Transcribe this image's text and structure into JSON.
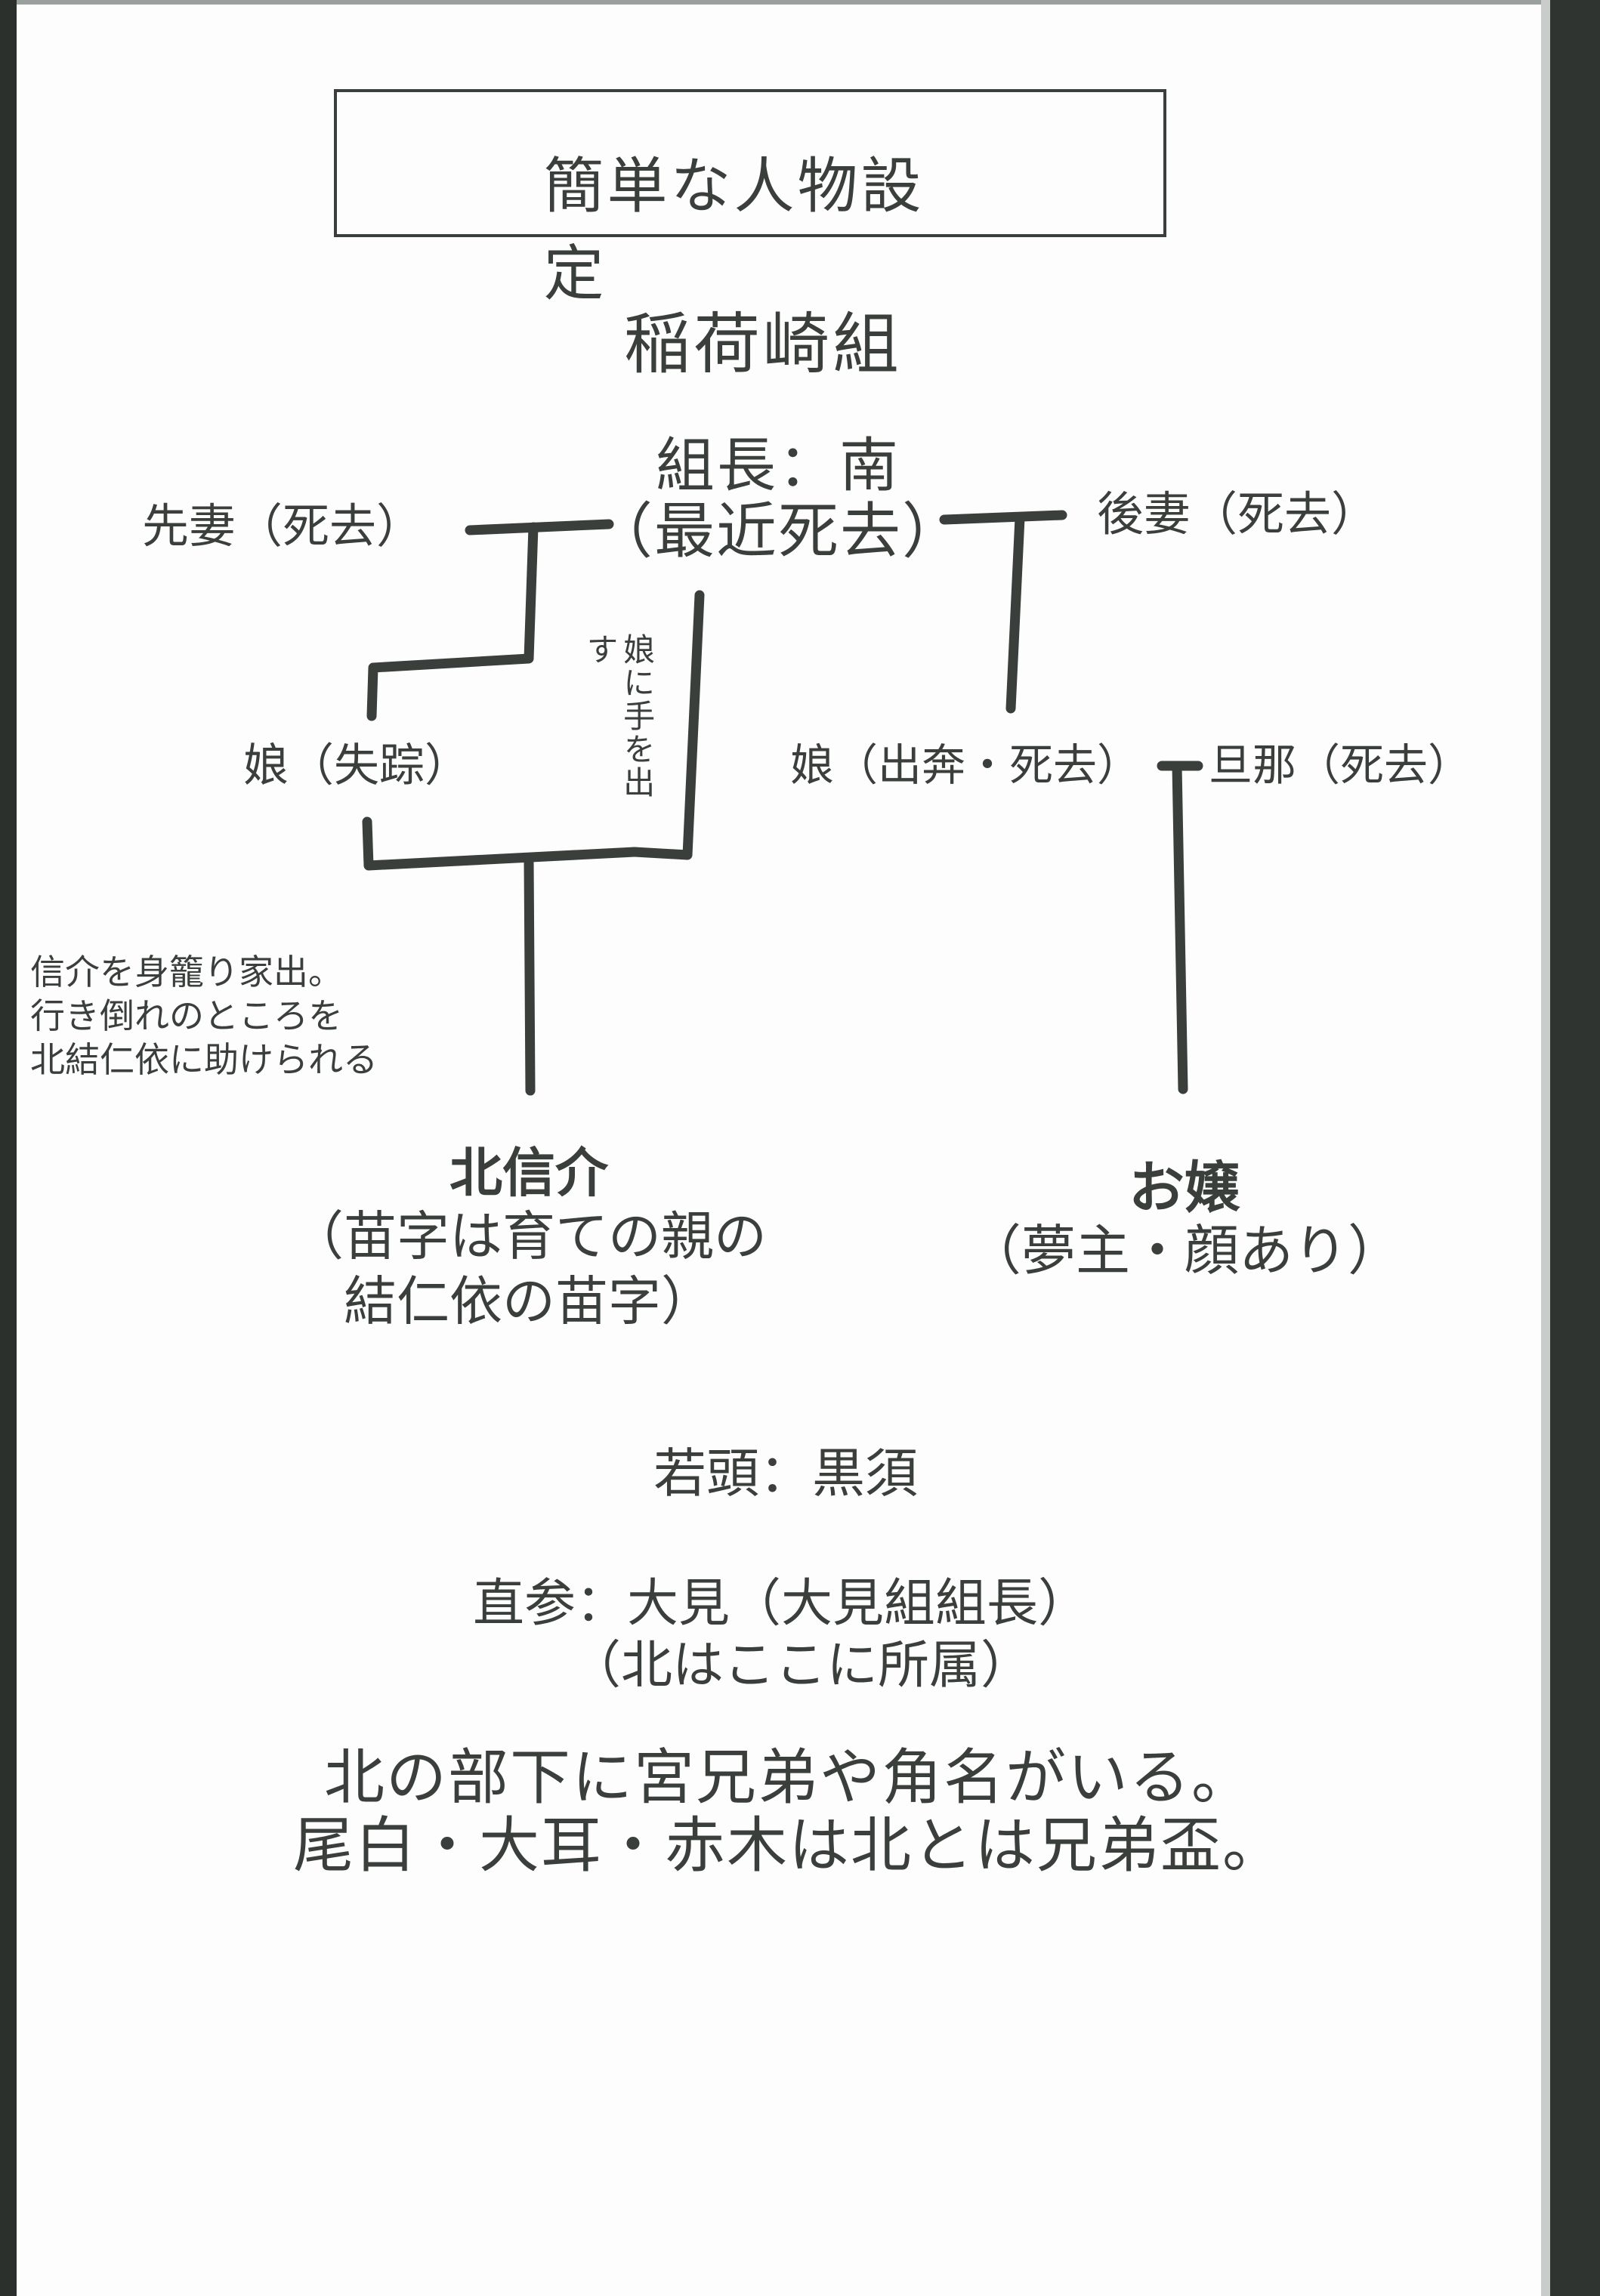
{
  "title": "簡単な人物設定",
  "group_name": "稲荷崎組",
  "boss": {
    "line1": "組長：南",
    "line2": "（最近死去）"
  },
  "first_wife": "先妻（死去）",
  "second_wife": "後妻（死去）",
  "daughter_missing": "娘（失踪）",
  "daughter_eloped": "娘（出奔・死去）",
  "husband": "旦那（死去）",
  "annotation_vertical": "娘に手を出す",
  "note_kita": [
    "信介を身籠り家出。",
    "行き倒れのところを",
    "北結仁依に助けられる"
  ],
  "kita": {
    "name": "北信介",
    "line1": "（苗字は育ての親の",
    "line2": "結仁依の苗字）"
  },
  "ojou": {
    "name": "お嬢",
    "line1": "（夢主・顔あり）"
  },
  "wakagashira": "若頭：黒須",
  "jikisan": {
    "line1": "直参：大見（大見組組長）",
    "line2": "（北はここに所属）"
  },
  "footer": [
    "北の部下に宮兄弟や角名がいる。",
    "尾白・大耳・赤木は北とは兄弟盃。"
  ],
  "colors": {
    "ink": "#3a3f3c",
    "paper": "#fdfdfd",
    "binding": "#2b302d"
  }
}
